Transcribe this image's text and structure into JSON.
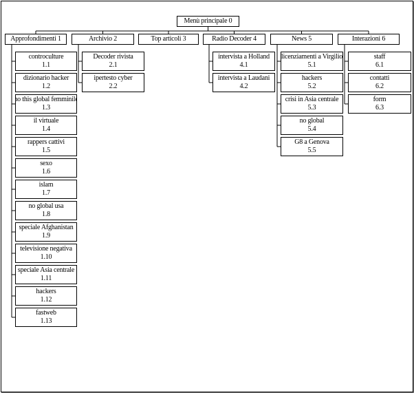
{
  "root": {
    "label": "Menù principale",
    "num": "0"
  },
  "sections": [
    {
      "label": "Approfondimenti",
      "num": "1",
      "children": [
        {
          "label": "controculture",
          "num": "1.1"
        },
        {
          "label": "dizionario hacker",
          "num": "1.2"
        },
        {
          "label": "no this global femminile",
          "num": "1.3"
        },
        {
          "label": "il virtuale",
          "num": "1.4"
        },
        {
          "label": "rappers cattivi",
          "num": "1.5"
        },
        {
          "label": "sexo",
          "num": "1.6"
        },
        {
          "label": "islam",
          "num": "1.7"
        },
        {
          "label": "no global usa",
          "num": "1.8"
        },
        {
          "label": "speciale Afghanistan",
          "num": "1.9"
        },
        {
          "label": "televisione negativa",
          "num": "1.10"
        },
        {
          "label": "speciale Asia centrale",
          "num": "1.11"
        },
        {
          "label": "hackers",
          "num": "1.12"
        },
        {
          "label": "fastweb",
          "num": "1.13"
        }
      ]
    },
    {
      "label": "Archivio",
      "num": "2",
      "children": [
        {
          "label": "Decoder rivista",
          "num": "2.1"
        },
        {
          "label": "ipertesto cyber",
          "num": "2.2"
        }
      ]
    },
    {
      "label": "Top articoli",
      "num": "3",
      "children": []
    },
    {
      "label": "Radio Decoder",
      "num": "4",
      "children": [
        {
          "label": "intervista a Holland",
          "num": "4.1"
        },
        {
          "label": "intervista a Laudani",
          "num": "4.2"
        }
      ]
    },
    {
      "label": "News",
      "num": "5",
      "children": [
        {
          "label": "licenziamenti a Virgilio",
          "num": "5.1"
        },
        {
          "label": "hackers",
          "num": "5.2"
        },
        {
          "label": "crisi in Asia centrale",
          "num": "5.3"
        },
        {
          "label": "no global",
          "num": "5.4"
        },
        {
          "label": "G8 a Genova",
          "num": "5.5"
        }
      ]
    },
    {
      "label": "Interazioni",
      "num": "6",
      "children": [
        {
          "label": "staff",
          "num": "6.1"
        },
        {
          "label": "contatti",
          "num": "6.2"
        },
        {
          "label": "form",
          "num": "6.3"
        }
      ]
    }
  ]
}
